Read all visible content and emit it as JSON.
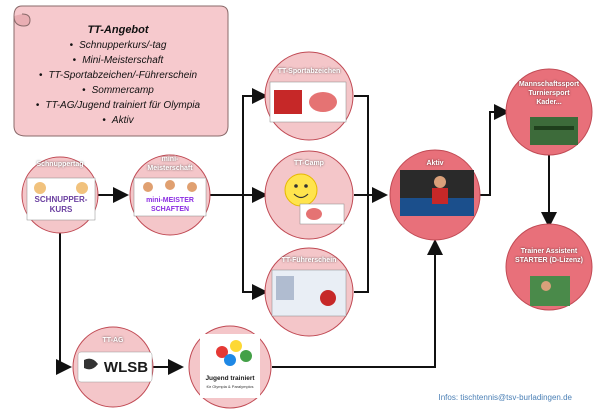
{
  "offer": {
    "title": "TT-Angebot",
    "items": [
      "Schnupperkurs/-tag",
      "Mini-Meisterschaft",
      "TT-Sportabzeichen/-Führerschein",
      "Sommercamp",
      "TT-AG/Jugend trainiert für Olympia",
      "Aktiv"
    ]
  },
  "nodes": {
    "schnuppertag": "Schnuppertag",
    "schnupperkurs_badge": [
      "SCHNUPPER-",
      "KURS"
    ],
    "mini": [
      "mini-",
      "Meisterschaft"
    ],
    "mini_badge": [
      "mini-MEISTER",
      "SCHAFTEN"
    ],
    "sportabzeichen": "TT-Sportabzeichen",
    "camp": "TT-Camp",
    "fuehrerschein": "TT-Führerschein",
    "aktiv": "Aktiv",
    "mannschaft": [
      "Mannschaftssport",
      "Turniersport",
      "Kader..."
    ],
    "trainer": [
      "Trainer Assistent",
      "STARTER (D-Lizenz)"
    ],
    "ttag": "TT-AG",
    "wlsb_logo": "WLSB",
    "jugend_logo": [
      "Jugend trainiert",
      "für Olympia & Paralympics"
    ]
  },
  "colors": {
    "circle_light": "#f4c6c9",
    "circle_dark": "#e8707a",
    "circle_stroke": "#c14b55",
    "scroll_fill": "#f6c9cd",
    "arrow": "#111111"
  },
  "footer": "Infos: tischtennis@tsv-burladingen.de"
}
